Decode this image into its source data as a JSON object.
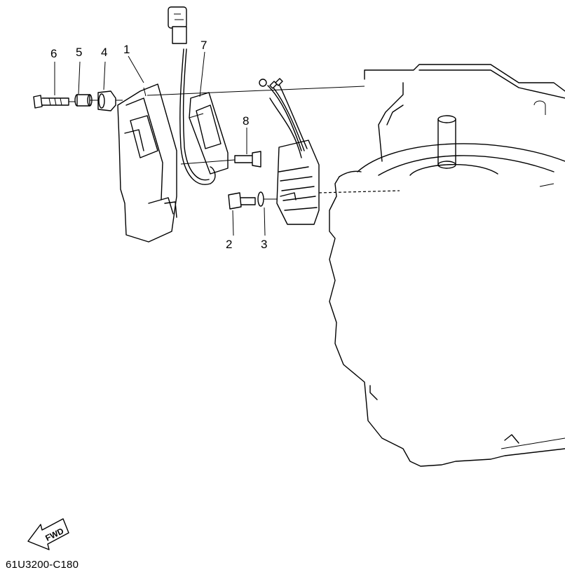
{
  "diagram": {
    "callouts": [
      {
        "id": "1",
        "label": "1"
      },
      {
        "id": "2",
        "label": "2"
      },
      {
        "id": "3",
        "label": "3"
      },
      {
        "id": "4",
        "label": "4"
      },
      {
        "id": "5",
        "label": "5"
      },
      {
        "id": "6",
        "label": "6"
      },
      {
        "id": "7",
        "label": "7"
      },
      {
        "id": "8",
        "label": "8"
      }
    ],
    "fwd_label": "FWD",
    "drawing_code": "61U3200-C180"
  }
}
